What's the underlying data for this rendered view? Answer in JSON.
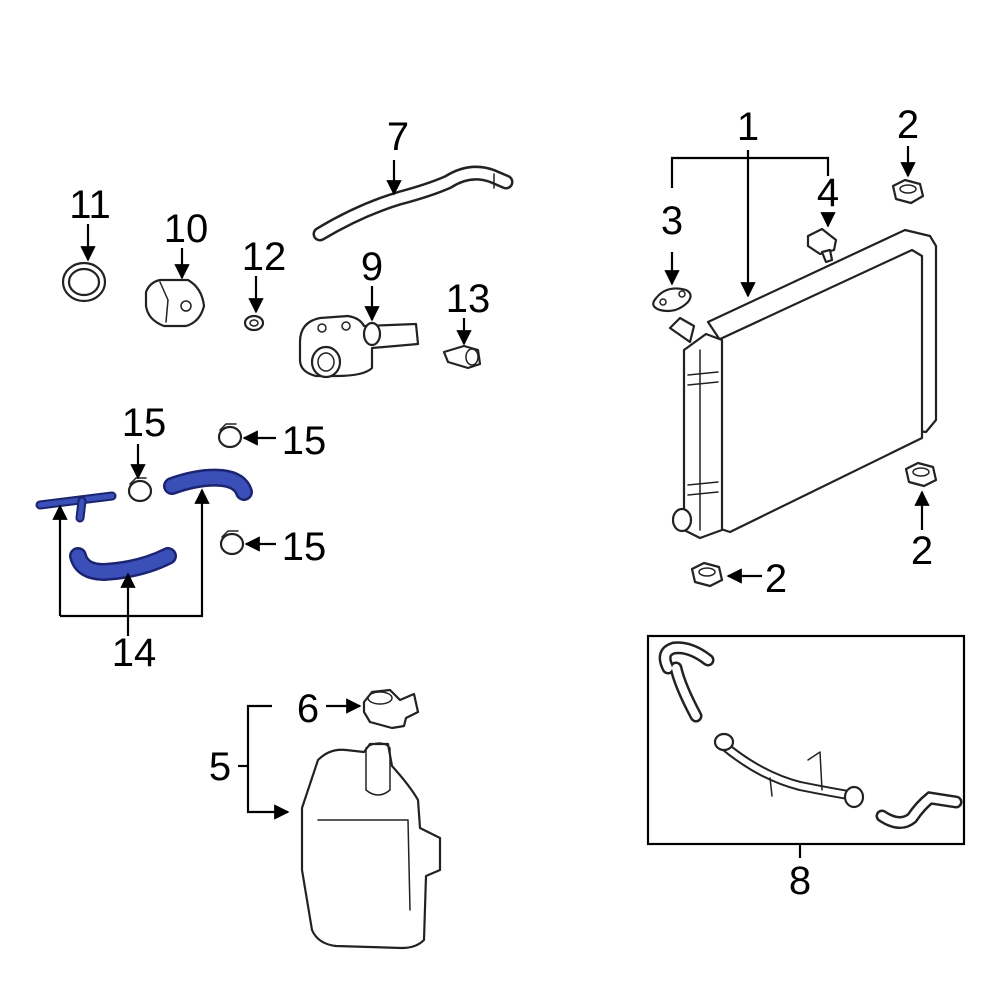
{
  "diagram": {
    "callouts": {
      "c1": "1",
      "c2a": "2",
      "c2b": "2",
      "c2c": "2",
      "c3": "3",
      "c4": "4",
      "c5": "5",
      "c6": "6",
      "c7": "7",
      "c8": "8",
      "c9": "9",
      "c10": "10",
      "c11": "11",
      "c12": "12",
      "c13": "13",
      "c14": "14",
      "c15a": "15",
      "c15b": "15",
      "c15c": "15"
    },
    "colors": {
      "highlight": "#3a4fb8",
      "highlight_outline": "#1b2470",
      "line": "#000000"
    }
  }
}
